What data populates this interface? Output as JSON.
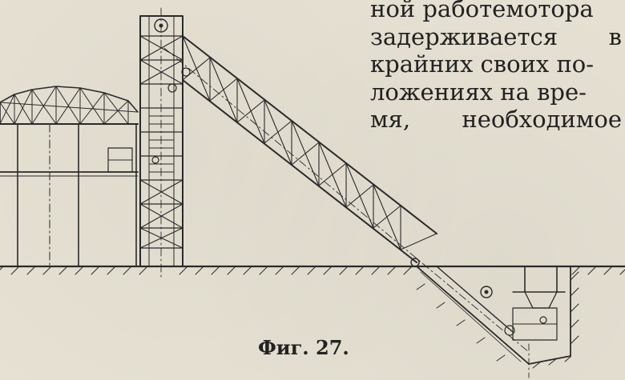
{
  "paragraph": {
    "lines": [
      "ной работемотора",
      "задерживается в",
      "крайних своих по-",
      "ложениях на вре-",
      "мя, необходимое"
    ]
  },
  "figure": {
    "caption": "Фиг. 27."
  }
}
